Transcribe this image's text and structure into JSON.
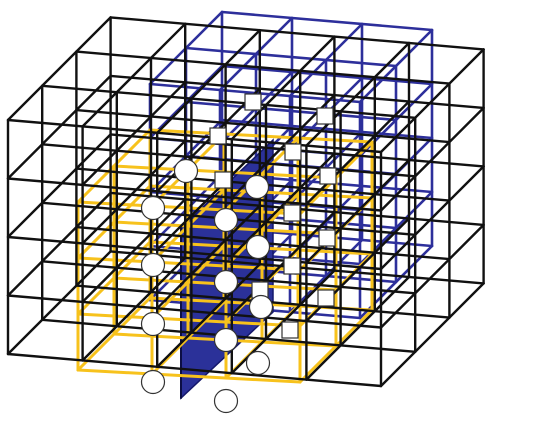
{
  "diagram": {
    "kind": "3D lattice with separating plane",
    "lattices": [
      {
        "name": "outer-cube-grid",
        "color": "#111111",
        "cells": [
          5,
          3,
          4
        ]
      },
      {
        "name": "blue-sublattice",
        "color": "#2d2f9b"
      },
      {
        "name": "yellow-sublattice",
        "color": "#f7c21c"
      }
    ],
    "plane_color": "#2b3199",
    "node_fill": "#ffffff",
    "node_stroke": "#333333",
    "markers": {
      "circle_count": 13,
      "square_count": 12
    }
  }
}
